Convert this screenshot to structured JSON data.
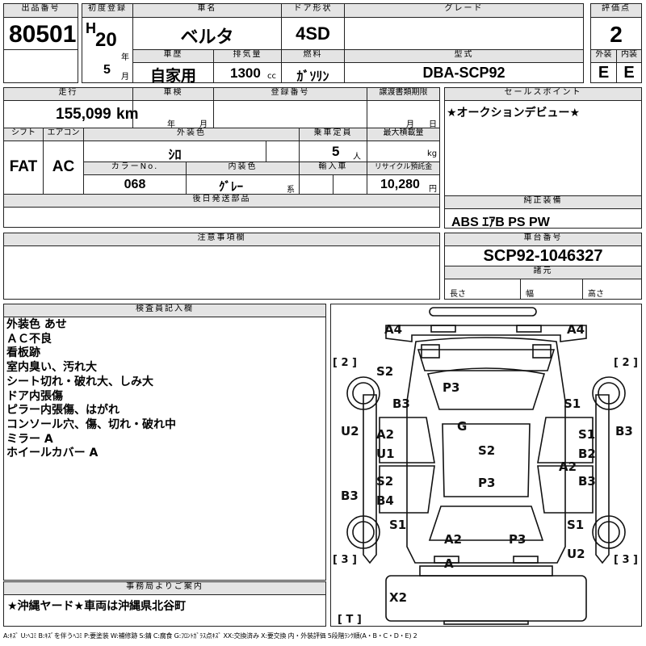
{
  "header": {
    "lot_label": "出品番号",
    "lot_no": "80501",
    "reg_label": "初度登録",
    "era": "H",
    "year": "20",
    "year_unit": "年",
    "month": "5",
    "month_unit": "月",
    "name_label": "車名",
    "name": "ベルタ",
    "door_label": "ドア形状",
    "door": "4SD",
    "grade_label": "グレード",
    "grade": "",
    "score_label": "評価点",
    "score": "2",
    "history_label": "車歴",
    "history": "自家用",
    "displacement_label": "排気量",
    "displacement": "1300",
    "displacement_unit": "cc",
    "fuel_label": "燃料",
    "fuel": "ｶﾞｿﾘﾝ",
    "model_label": "型式",
    "model": "DBA-SCP92",
    "exterior_label": "外装",
    "exterior": "E",
    "interior_label": "内装",
    "interior": "E"
  },
  "row2": {
    "mileage_label": "走行",
    "mileage": "155,099",
    "mileage_unit": "km",
    "inspection_label": "車検",
    "insp_year_unit": "年",
    "insp_month_unit": "月",
    "reg_no_label": "登録番号",
    "reg_no": "",
    "transfer_label": "譲渡書類期限",
    "transfer_month_unit": "月",
    "transfer_day_unit": "日",
    "sales_label": "セールスポイント",
    "sales_point": "★オークションデビュー★"
  },
  "row3": {
    "shift_label": "シフト",
    "shift": "FAT",
    "ac_label": "エアコン",
    "ac": "AC",
    "color_label": "外装色",
    "color": "ｼﾛ",
    "capacity_label": "乗車定員",
    "capacity": "5",
    "capacity_unit": "人",
    "load_label": "最大積載量",
    "load_unit": "kg",
    "color_no_label": "カラーNo.",
    "color_no": "068",
    "int_color_label": "内装色",
    "int_color": "ｸﾞﾚｰ",
    "int_color_suffix": "系",
    "import_label": "輸入車",
    "recycle_label": "リサイクル預託金",
    "recycle": "10,280",
    "recycle_unit": "円",
    "parts_label": "後日発送部品",
    "equip_label": "純正装備",
    "equipment": "ABS ｴｱB PS PW"
  },
  "notes_section": {
    "label": "注意事項欄",
    "chassis_label": "車台番号",
    "chassis": "SCP92-1046327",
    "spec_label": "諸元",
    "length_label": "長さ",
    "width_label": "幅",
    "height_label": "高さ"
  },
  "inspector": {
    "label": "検査員記入欄",
    "lines": [
      "外装色 あせ",
      "ＡＣ不良",
      "看板跡",
      "室内臭い、汚れ大",
      "シート切れ・破れ大、しみ大",
      "ドア内張傷",
      "ピラー内張傷、はがれ",
      "コンソール穴、傷、切れ・破れ中",
      "ミラー A",
      "ホイールカバー A"
    ]
  },
  "office": {
    "label": "事務局よりご案内",
    "message": "★沖縄ヤード★車両は沖縄県北谷町"
  },
  "diagram": {
    "tire_marks": [
      "[ 2 ]",
      "[ 2 ]",
      "[ 3 ]",
      "[ 3 ]",
      "[ T ]"
    ],
    "marks": [
      "A4",
      "A4",
      "S2",
      "B3",
      "P3",
      "S1",
      "G",
      "U2",
      "A2",
      "U1",
      "S1",
      "B2",
      "B3",
      "S2",
      "A2",
      "P3",
      "S2",
      "B3",
      "B4",
      "B3",
      "S1",
      "A2",
      "P3",
      "S1",
      "U2",
      "A",
      "X2"
    ]
  },
  "legend": "A:ｷｽﾞ U:ﾍｺﾐ B:ｷｽﾞを伴うﾍｺﾐ P:要塗装 W:補修跡 S:錆 C:腐食 G:ﾌﾛﾝﾄｶﾞﾗｽ点ｷｽﾞ XX:交換済み X:要交換  内・外装評価 5段階ﾗﾝｸ順(A・B・C・D・E) 2"
}
